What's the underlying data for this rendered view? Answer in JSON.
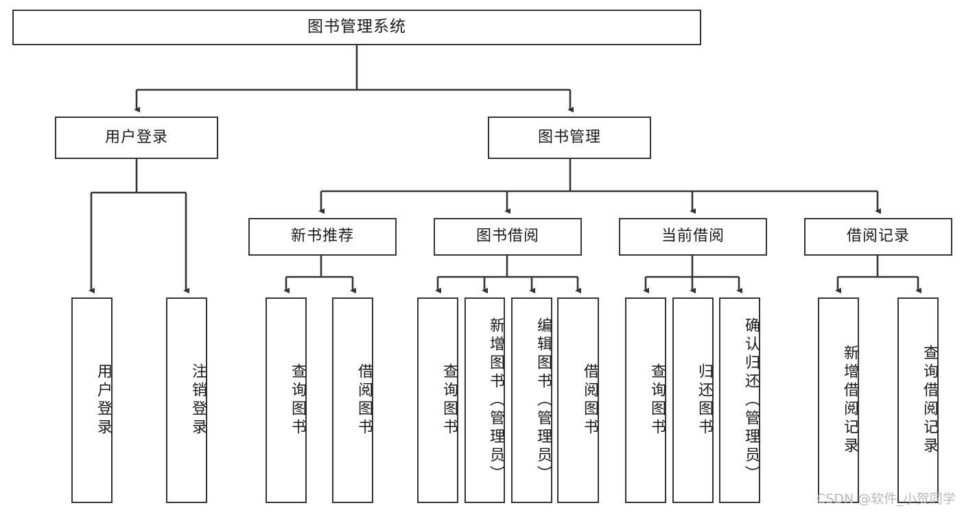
{
  "diagram": {
    "title": "图书管理系统",
    "root": {
      "label": "图书管理系统"
    },
    "level2": [
      {
        "label": "用户登录"
      },
      {
        "label": "图书管理"
      }
    ],
    "level3": [
      {
        "label": "新书推荐"
      },
      {
        "label": "图书借阅"
      },
      {
        "label": "当前借阅"
      },
      {
        "label": "借阅记录"
      }
    ],
    "leaves": {
      "user_login": [
        {
          "label": "用户登录"
        },
        {
          "label": "注销登录"
        }
      ],
      "new_book": [
        {
          "label": "查询图书"
        },
        {
          "label": "借阅图书"
        }
      ],
      "borrow": [
        {
          "label": "查询图书"
        },
        {
          "label": "新增图书（管理员）"
        },
        {
          "label": "编辑图书（管理员）"
        },
        {
          "label": "借阅图书"
        }
      ],
      "current": [
        {
          "label": "查询图书"
        },
        {
          "label": "归还图书"
        },
        {
          "label": "确认归还（管理员）"
        }
      ],
      "records": [
        {
          "label": "新增借阅记录"
        },
        {
          "label": "查询借阅记录"
        }
      ]
    },
    "watermark": "CSDN @软件_小贺同学",
    "colors": {
      "stroke": "#333333",
      "fill": "#ffffff",
      "text": "#1a1a1a",
      "watermark": "#b8b8b8"
    }
  }
}
